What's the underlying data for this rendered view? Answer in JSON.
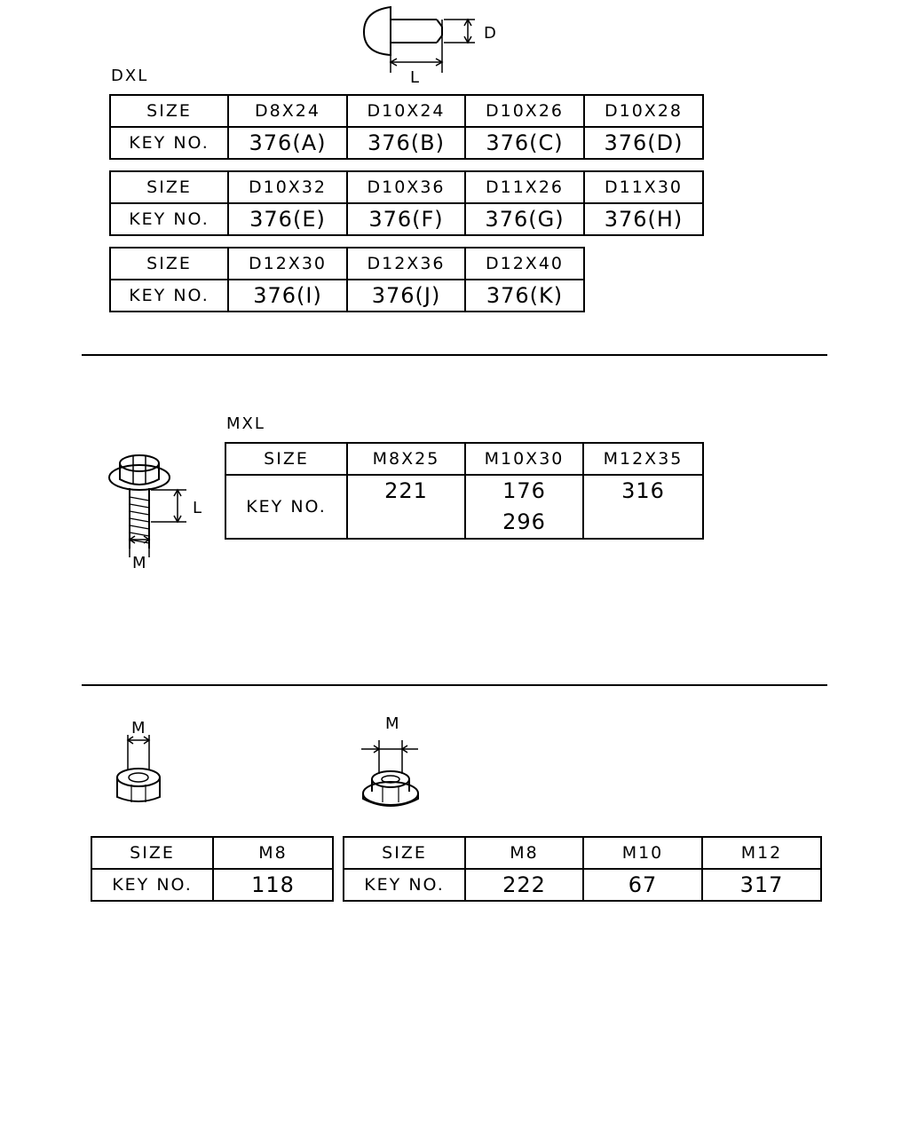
{
  "dxl": {
    "label": "DXL",
    "dim_d": "D",
    "dim_l": "L",
    "size_header": "SIZE",
    "key_header": "KEY NO.",
    "table1": {
      "sizes": [
        "D8X24",
        "D10X24",
        "D10X26",
        "D10X28"
      ],
      "keys": [
        "376(A)",
        "376(B)",
        "376(C)",
        "376(D)"
      ]
    },
    "table2": {
      "sizes": [
        "D10X32",
        "D10X36",
        "D11X26",
        "D11X30"
      ],
      "keys": [
        "376(E)",
        "376(F)",
        "376(G)",
        "376(H)"
      ]
    },
    "table3": {
      "sizes": [
        "D12X30",
        "D12X36",
        "D12X40"
      ],
      "keys": [
        "376(I)",
        "376(J)",
        "376(K)"
      ]
    }
  },
  "mxl": {
    "label": "MXL",
    "dim_l": "L",
    "dim_m": "M",
    "size_header": "SIZE",
    "key_header": "KEY NO.",
    "sizes": [
      "M8X25",
      "M10X30",
      "M12X35"
    ],
    "keys": [
      [
        "221"
      ],
      [
        "176",
        "296"
      ],
      [
        "316"
      ]
    ]
  },
  "nuts": {
    "nut_dim_m": "M",
    "flange_nut_dim_m": "M",
    "nut_table": {
      "size_header": "SIZE",
      "key_header": "KEY NO.",
      "sizes": [
        "M8"
      ],
      "keys": [
        "118"
      ]
    },
    "flange_nut_table": {
      "size_header": "SIZE",
      "key_header": "KEY NO.",
      "sizes": [
        "M8",
        "M10",
        "M12"
      ],
      "keys": [
        "222",
        "67",
        "317"
      ]
    }
  }
}
